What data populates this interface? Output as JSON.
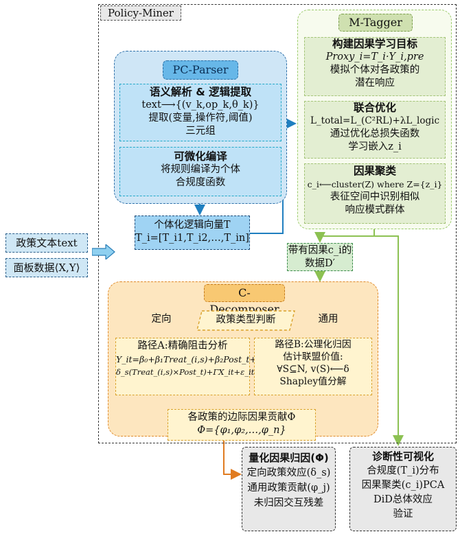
{
  "outer_title": "Policy-Miner",
  "inputs": {
    "text": "政策文本text",
    "panel": "面板数据⟨X,Y⟩"
  },
  "pc_parser": {
    "title": "PC-Parser",
    "box1": {
      "heading": "语义解析 & 逻辑提取",
      "line1": "text⟶{(v_k,op_k,θ_k)}",
      "line2": "提取(变量,操作符,阈值)",
      "line3": "三元组"
    },
    "box2": {
      "heading": "可微化编译",
      "line1": "将规则编译为个体",
      "line2": "合规度函数"
    }
  },
  "vector": {
    "line1": "个体化逻辑向量T",
    "line2": "T_i=[T_i1,T_i2,…,T_in]"
  },
  "m_tagger": {
    "title": "M-Tagger",
    "box1": {
      "heading": "构建因果学习目标",
      "line1": "Proxy_i=T_i·Y_i,pre",
      "line2": "模拟个体对各政策的",
      "line3": "潜在响应"
    },
    "box2": {
      "heading": "联合优化",
      "line1": "L_total=L_(C²RL)+λL_logic",
      "line2": "通过优化总损失函数",
      "line3": "学习嵌入z_i"
    },
    "box3": {
      "heading": "因果聚类",
      "line1": "c_i⟵cluster(Z) where Z={z_i}",
      "line2": "表征空间中识别相似",
      "line3": "响应模式群体"
    }
  },
  "dprime": {
    "line1": "带有因果c_i的",
    "line2": "数据D′"
  },
  "c_decomposer": {
    "title": "C-Decomposer",
    "judge": "政策类型判断",
    "left_label": "定向",
    "right_label": "通用",
    "pathA": {
      "line1": "路径A:精确阻击分析",
      "line2": "Y_it=β₀+β₁Treat_(i,s)+β₂Post_t+",
      "line3": "δ_s(Treat_(i,s)×Post_t)+ΓX_it+ε_it"
    },
    "pathB": {
      "line1": "路径B:公理化归因",
      "line2": "估计联盟价值:",
      "line3": "∀S⊆N, v(S)⟵δ",
      "line4": "Shapley值分解"
    },
    "marginal": {
      "line1": "各政策的边际因果贡献Φ",
      "line2": "Φ={φ₁,φ₂,…,φ_n}"
    }
  },
  "output1": {
    "heading": "量化因果归因(Φ)",
    "line1": "定向政策效应(δ_s)",
    "line2": "通用政策贡献(φ_j)",
    "line3": "未归因交互残差"
  },
  "output2": {
    "heading": "诊断性可视化",
    "line1": "合规度(T_i)分布",
    "line2": "因果聚类(c_i)PCA",
    "line3": "DiD总体效应",
    "line4": "验证"
  },
  "colors": {
    "pc": "#cfe6f6",
    "mtagger": "#f7fbee",
    "decomposer": "#fde6bf",
    "arrow_blue": "#1f7fc0",
    "arrow_green": "#8cc152",
    "arrow_orange": "#e07b20"
  }
}
